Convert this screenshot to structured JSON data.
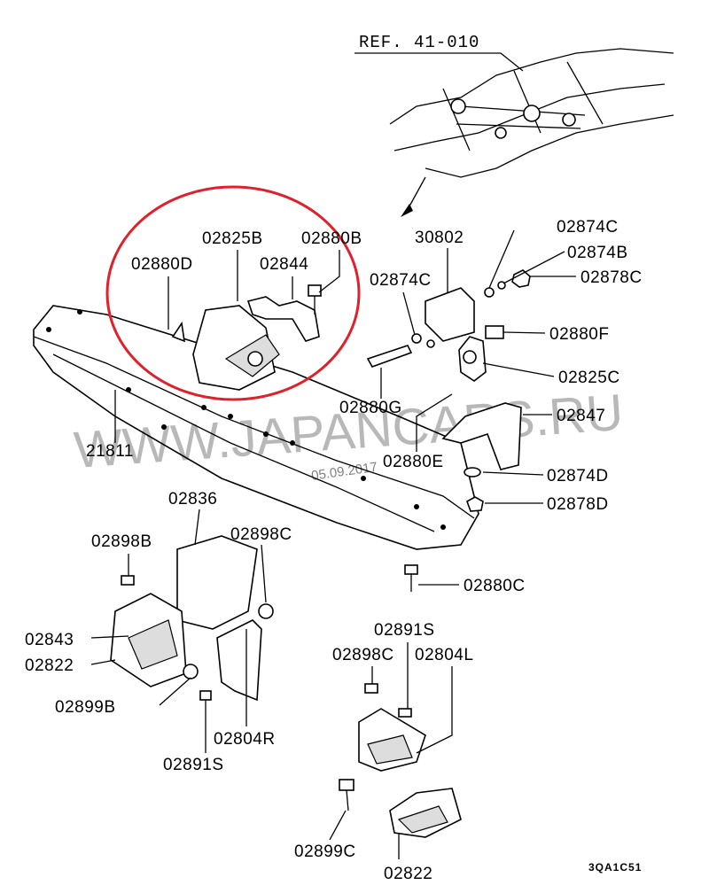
{
  "diagram": {
    "reference": "REF. 41-010",
    "figure_code": "3QA1C51",
    "watermark": "WWW.JAPANCARS.RU",
    "watermark_date": "05.09.2017",
    "highlight_color": "#e0202a",
    "labels": {
      "p02825B": "02825B",
      "p02880B": "02880B",
      "p02880D": "02880D",
      "p02844": "02844",
      "p30802": "30802",
      "p02874C_top": "02874C",
      "p02874B": "02874B",
      "p02874C_left": "02874C",
      "p02878C": "02878C",
      "p02880F": "02880F",
      "p02825C": "02825C",
      "p02880G": "02880G",
      "p02847": "02847",
      "p21811": "21811",
      "p02880E": "02880E",
      "p02874D": "02874D",
      "p02836": "02836",
      "p02878D": "02878D",
      "p02898B": "02898B",
      "p02898C_left": "02898C",
      "p02880C": "02880C",
      "p02843": "02843",
      "p02822_left": "02822",
      "p02891S_right": "02891S",
      "p02898C_right": "02898C",
      "p02804L": "02804L",
      "p02899B": "02899B",
      "p02804R": "02804R",
      "p02891S_left": "02891S",
      "p02899C": "02899C",
      "p02822_bottom": "02822"
    }
  }
}
